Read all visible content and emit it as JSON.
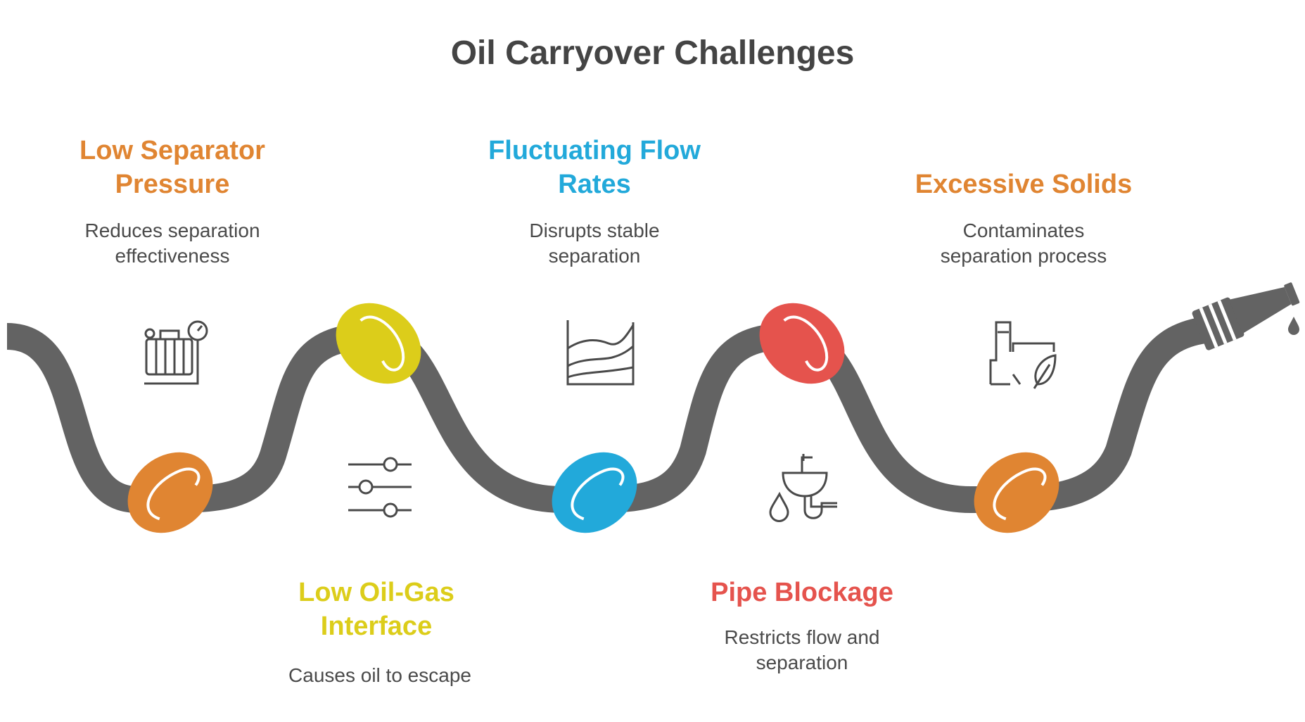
{
  "title": "Oil Carryover Challenges",
  "colors": {
    "pipe": "#636363",
    "orange": "#e08532",
    "yellow": "#dccd1a",
    "blue": "#22a9da",
    "red": "#e5534d",
    "icon": "#4a4a4a"
  },
  "items": [
    {
      "heading": "Low Separator Pressure",
      "heading_lines": [
        "Low Separator",
        "Pressure"
      ],
      "desc_lines": [
        "Reduces separation",
        "effectiveness"
      ],
      "color": "#e08532",
      "icon": "pressure-gauge-icon"
    },
    {
      "heading": "Low Oil-Gas Interface",
      "heading_lines": [
        "Low Oil-Gas",
        "Interface"
      ],
      "desc_lines": [
        "Causes oil to escape"
      ],
      "color": "#dccd1a",
      "icon": "sliders-icon"
    },
    {
      "heading": "Fluctuating Flow Rates",
      "heading_lines": [
        "Fluctuating Flow",
        "Rates"
      ],
      "desc_lines": [
        "Disrupts stable",
        "separation"
      ],
      "color": "#22a9da",
      "icon": "flow-chart-icon"
    },
    {
      "heading": "Pipe Blockage",
      "heading_lines": [
        "Pipe Blockage"
      ],
      "desc_lines": [
        "Restricts flow and",
        "separation"
      ],
      "color": "#e5534d",
      "icon": "sink-pipe-icon"
    },
    {
      "heading": "Excessive Solids",
      "heading_lines": [
        "Excessive Solids"
      ],
      "desc_lines": [
        "Contaminates",
        "separation process"
      ],
      "color": "#e08532",
      "icon": "eco-factory-icon"
    }
  ]
}
